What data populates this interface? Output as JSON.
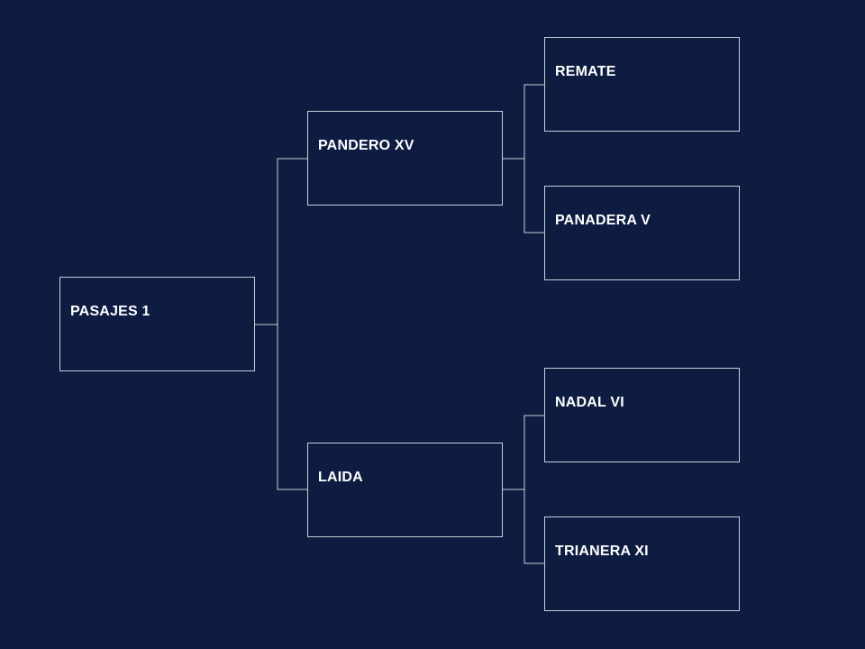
{
  "colors": {
    "background": "#0d1c40",
    "border": "#c9ced9",
    "text": "#ffffff"
  },
  "tree": {
    "root": {
      "label": "PASAJES 1"
    },
    "level1": [
      {
        "label": "PANDERO XV",
        "children": [
          {
            "label": "REMATE"
          },
          {
            "label": "PANADERA V"
          }
        ]
      },
      {
        "label": "LAIDA",
        "children": [
          {
            "label": "NADAL VI"
          },
          {
            "label": "TRIANERA XI"
          }
        ]
      }
    ]
  }
}
